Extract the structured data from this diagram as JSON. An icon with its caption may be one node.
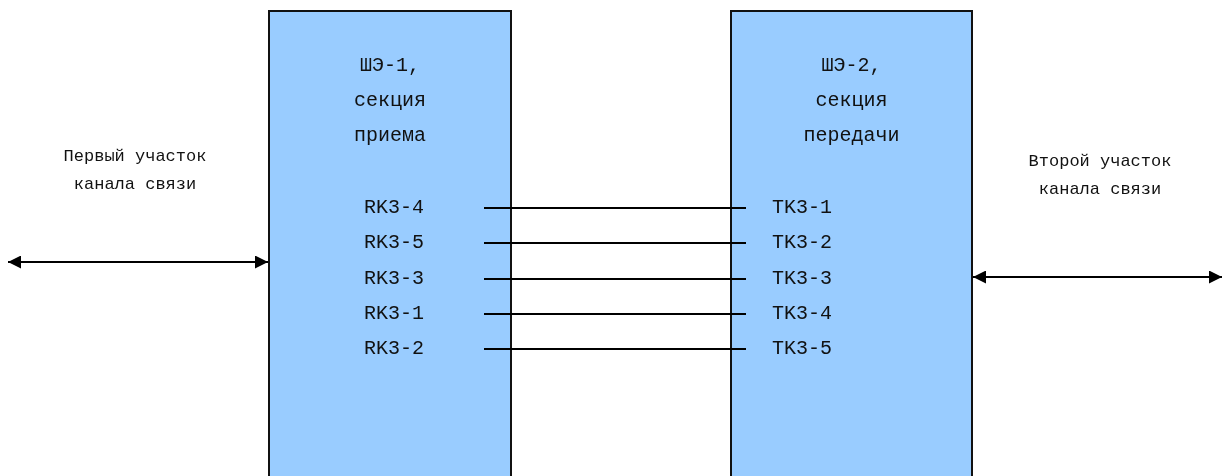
{
  "diagram": {
    "nodes": [
      {
        "text": [
          "ШЭ-1, секция приема"
        ]
      },
      {
        "text": [
          "ШЭ-2, секция передачи"
        ]
      },
      {
        "text": [
          "RK3-4"
        ],
        "in": 0
      },
      {
        "text": [
          "RK3-5"
        ],
        "in": 0
      },
      {
        "text": [
          "RK3-3"
        ],
        "in": 0
      },
      {
        "text": [
          "RK3-1"
        ],
        "in": 0
      },
      {
        "text": [
          "RK3-2"
        ],
        "in": 0
      },
      {
        "text": [
          "TK3-1"
        ],
        "in": 1
      },
      {
        "text": [
          "TK3-2"
        ],
        "in": 1
      },
      {
        "text": [
          "TK3-3"
        ],
        "in": 1
      },
      {
        "text": [
          "TK3-4"
        ],
        "in": 1
      },
      {
        "text": [
          "TK3-5"
        ],
        "in": 1
      }
    ],
    "edges": [
      {
        "from": null,
        "to": 0,
        "arrow": "both"
      },
      {
        "from": 2,
        "to": 7,
        "arrow": "none"
      },
      {
        "from": 3,
        "to": 8,
        "arrow": "none"
      },
      {
        "from": 4,
        "to": 9,
        "arrow": "none"
      },
      {
        "from": 5,
        "to": 10,
        "arrow": "none"
      },
      {
        "from": 6,
        "to": 11,
        "arrow": "none"
      },
      {
        "from": 1,
        "to": null,
        "arrow": "both"
      }
    ],
    "labels": [
      "Первый участок канала связи",
      "Второй участок канала связи"
    ]
  }
}
